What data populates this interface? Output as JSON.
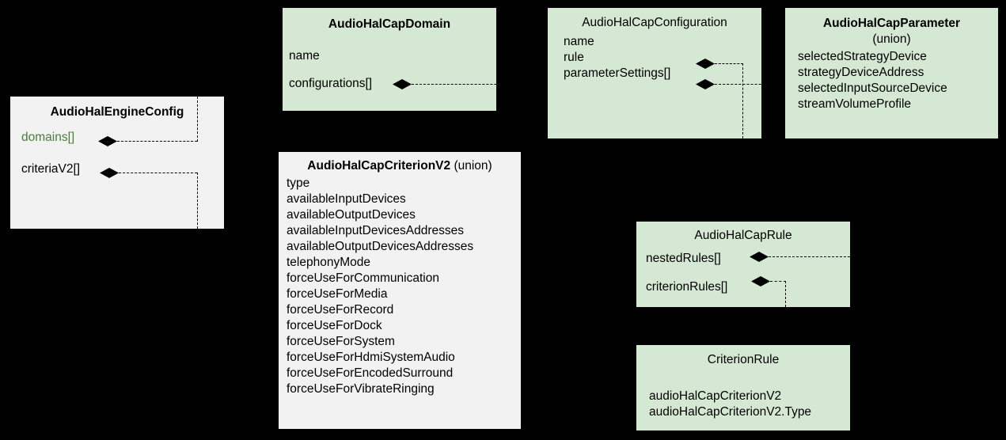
{
  "diagram": {
    "title": "AudioHalCap UML class diagram",
    "background": "#000000",
    "colors": {
      "green_fill": "#d5e8d4",
      "grey_fill": "#f2f2f2",
      "text": "#000000",
      "green_text": "#4a7d3a",
      "connector": "#000000"
    }
  },
  "boxes": {
    "engine_config": {
      "title": "AudioHalEngineConfig",
      "attrs": [
        {
          "label": "domains[]",
          "diamond": true,
          "highlight": true
        },
        {
          "label": "criteriaV2[]",
          "diamond": true,
          "highlight": false
        }
      ]
    },
    "cap_domain": {
      "title": "AudioHalCapDomain",
      "attrs": [
        {
          "label": "name",
          "diamond": false
        },
        {
          "label": "configurations[]",
          "diamond": true
        }
      ]
    },
    "cap_configuration": {
      "title": "AudioHalCapConfiguration",
      "attrs": [
        {
          "label": "name",
          "diamond": false
        },
        {
          "label": "rule",
          "diamond": true
        },
        {
          "label": "parameterSettings[]",
          "diamond": true
        }
      ]
    },
    "cap_parameter": {
      "title": "AudioHalCapParameter",
      "subtitle": "(union)",
      "attrs": [
        {
          "label": "selectedStrategyDevice"
        },
        {
          "label": "strategyDeviceAddress"
        },
        {
          "label": "selectedInputSourceDevice"
        },
        {
          "label": "streamVolumeProfile"
        }
      ]
    },
    "cap_criterion_v2": {
      "title": "AudioHalCapCriterionV2",
      "title_suffix": "(union)",
      "attrs": [
        {
          "label": "type"
        },
        {
          "label": "availableInputDevices"
        },
        {
          "label": "availableOutputDevices"
        },
        {
          "label": "availableInputDevicesAddresses"
        },
        {
          "label": "availableOutputDevicesAddresses"
        },
        {
          "label": "telephonyMode"
        },
        {
          "label": "forceUseForCommunication"
        },
        {
          "label": "forceUseForMedia"
        },
        {
          "label": "forceUseForRecord"
        },
        {
          "label": "forceUseForDock"
        },
        {
          "label": "forceUseForSystem"
        },
        {
          "label": "forceUseForHdmiSystemAudio"
        },
        {
          "label": "forceUseForEncodedSurround"
        },
        {
          "label": "forceUseForVibrateRinging"
        }
      ]
    },
    "cap_rule": {
      "title": "AudioHalCapRule",
      "attrs": [
        {
          "label": "nestedRules[]",
          "diamond": true
        },
        {
          "label": "criterionRules[]",
          "diamond": true
        }
      ]
    },
    "criterion_rule": {
      "title": "CriterionRule",
      "attrs": [
        {
          "label": "audioHalCapCriterionV2"
        },
        {
          "label": "audioHalCapCriterionV2.Type"
        }
      ]
    }
  }
}
